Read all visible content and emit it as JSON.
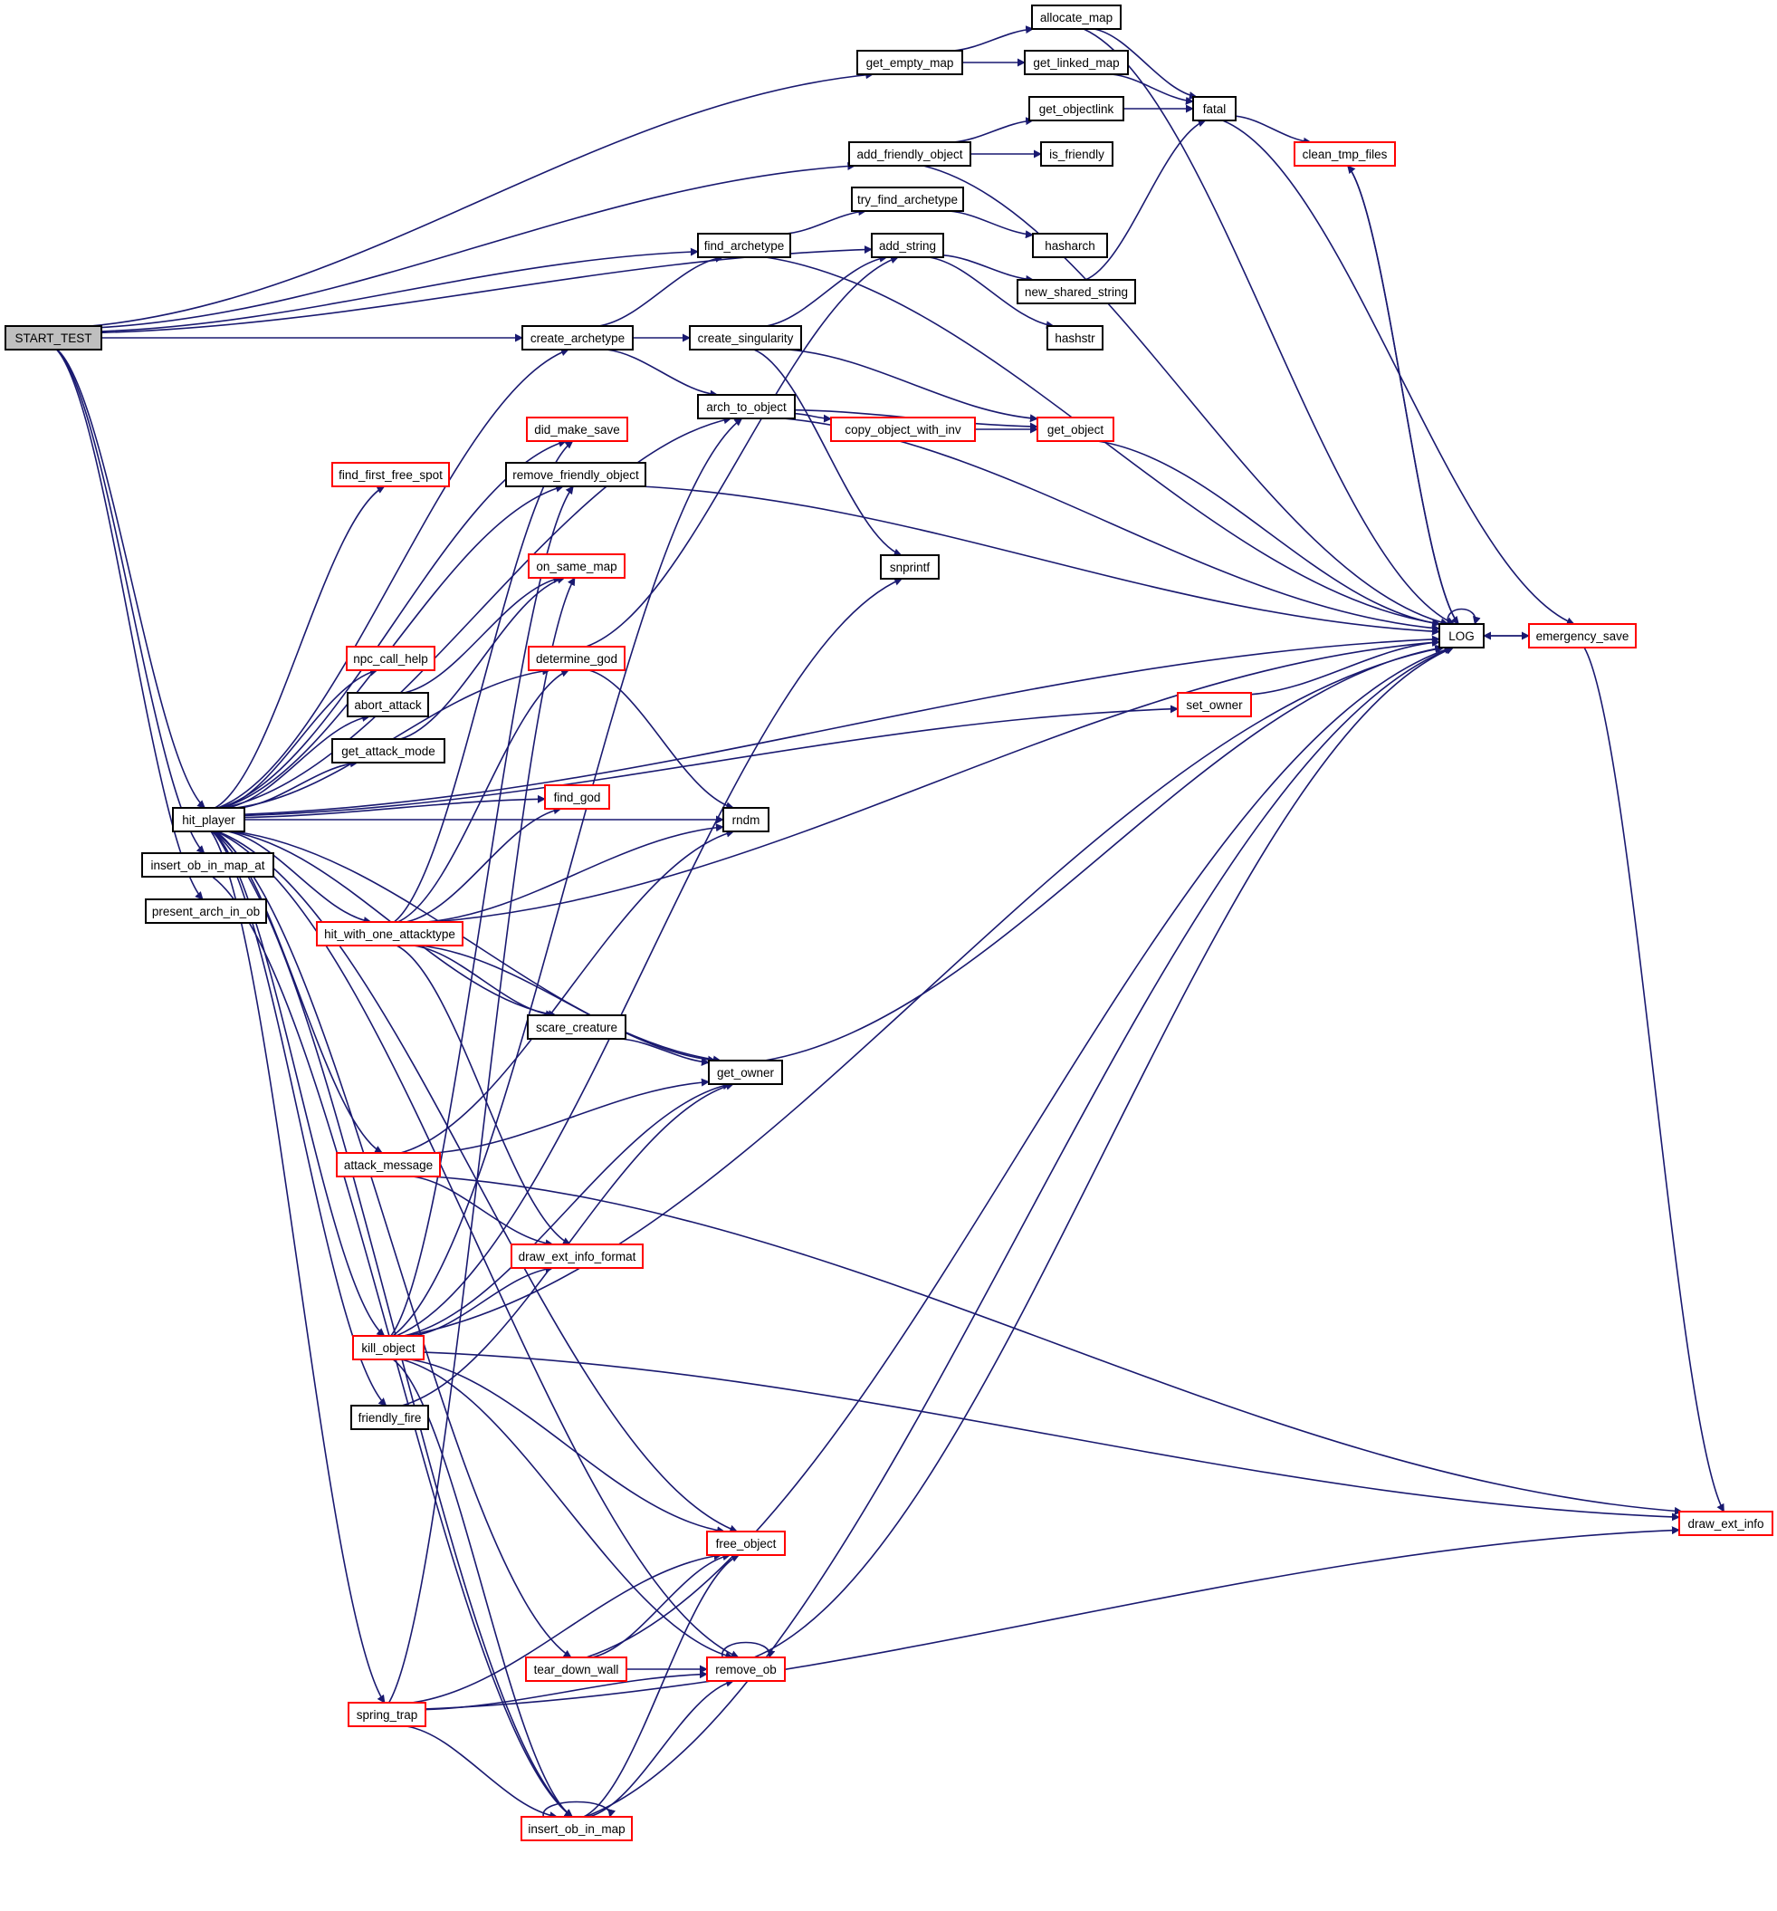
{
  "diagram": {
    "title": "START_TEST call graph",
    "colors": {
      "edge": "#191970",
      "root_fill": "#bfbfbf",
      "node_fill": "#ffffff",
      "normal_border": "#000000",
      "truncated_border": "#ff0000"
    },
    "nodes": [
      {
        "id": "START_TEST",
        "label": "START_TEST",
        "kind": "root"
      },
      {
        "id": "get_empty_map",
        "label": "get_empty_map",
        "kind": "normal"
      },
      {
        "id": "allocate_map",
        "label": "allocate_map",
        "kind": "normal"
      },
      {
        "id": "get_linked_map",
        "label": "get_linked_map",
        "kind": "normal"
      },
      {
        "id": "get_objectlink",
        "label": "get_objectlink",
        "kind": "normal"
      },
      {
        "id": "fatal",
        "label": "fatal",
        "kind": "normal"
      },
      {
        "id": "add_friendly_object",
        "label": "add_friendly_object",
        "kind": "normal"
      },
      {
        "id": "is_friendly",
        "label": "is_friendly",
        "kind": "normal"
      },
      {
        "id": "clean_tmp_files",
        "label": "clean_tmp_files",
        "kind": "truncated"
      },
      {
        "id": "try_find_archetype",
        "label": "try_find_archetype",
        "kind": "normal"
      },
      {
        "id": "find_archetype",
        "label": "find_archetype",
        "kind": "normal"
      },
      {
        "id": "add_string",
        "label": "add_string",
        "kind": "normal"
      },
      {
        "id": "hasharch",
        "label": "hasharch",
        "kind": "normal"
      },
      {
        "id": "new_shared_string",
        "label": "new_shared_string",
        "kind": "normal"
      },
      {
        "id": "hashstr",
        "label": "hashstr",
        "kind": "normal"
      },
      {
        "id": "create_archetype",
        "label": "create_archetype",
        "kind": "normal"
      },
      {
        "id": "create_singularity",
        "label": "create_singularity",
        "kind": "normal"
      },
      {
        "id": "arch_to_object",
        "label": "arch_to_object",
        "kind": "normal"
      },
      {
        "id": "did_make_save",
        "label": "did_make_save",
        "kind": "truncated"
      },
      {
        "id": "copy_object_with_inv",
        "label": "copy_object_with_inv",
        "kind": "truncated"
      },
      {
        "id": "get_object",
        "label": "get_object",
        "kind": "truncated"
      },
      {
        "id": "find_first_free_spot",
        "label": "find_first_free_spot",
        "kind": "truncated"
      },
      {
        "id": "remove_friendly_object",
        "label": "remove_friendly_object",
        "kind": "normal"
      },
      {
        "id": "on_same_map",
        "label": "on_same_map",
        "kind": "truncated"
      },
      {
        "id": "snprintf",
        "label": "snprintf",
        "kind": "normal"
      },
      {
        "id": "LOG",
        "label": "LOG",
        "kind": "normal"
      },
      {
        "id": "emergency_save",
        "label": "emergency_save",
        "kind": "truncated"
      },
      {
        "id": "npc_call_help",
        "label": "npc_call_help",
        "kind": "truncated"
      },
      {
        "id": "determine_god",
        "label": "determine_god",
        "kind": "truncated"
      },
      {
        "id": "abort_attack",
        "label": "abort_attack",
        "kind": "normal"
      },
      {
        "id": "set_owner",
        "label": "set_owner",
        "kind": "truncated"
      },
      {
        "id": "get_attack_mode",
        "label": "get_attack_mode",
        "kind": "normal"
      },
      {
        "id": "find_god",
        "label": "find_god",
        "kind": "truncated"
      },
      {
        "id": "hit_player",
        "label": "hit_player",
        "kind": "normal"
      },
      {
        "id": "rndm",
        "label": "rndm",
        "kind": "normal"
      },
      {
        "id": "insert_ob_in_map_at",
        "label": "insert_ob_in_map_at",
        "kind": "normal"
      },
      {
        "id": "present_arch_in_ob",
        "label": "present_arch_in_ob",
        "kind": "normal"
      },
      {
        "id": "hit_with_one_attacktype",
        "label": "hit_with_one_attacktype",
        "kind": "truncated"
      },
      {
        "id": "scare_creature",
        "label": "scare_creature",
        "kind": "normal"
      },
      {
        "id": "get_owner",
        "label": "get_owner",
        "kind": "normal"
      },
      {
        "id": "attack_message",
        "label": "attack_message",
        "kind": "truncated"
      },
      {
        "id": "draw_ext_info_format",
        "label": "draw_ext_info_format",
        "kind": "truncated"
      },
      {
        "id": "kill_object",
        "label": "kill_object",
        "kind": "truncated"
      },
      {
        "id": "friendly_fire",
        "label": "friendly_fire",
        "kind": "normal"
      },
      {
        "id": "draw_ext_info",
        "label": "draw_ext_info",
        "kind": "truncated"
      },
      {
        "id": "free_object",
        "label": "free_object",
        "kind": "truncated"
      },
      {
        "id": "tear_down_wall",
        "label": "tear_down_wall",
        "kind": "truncated"
      },
      {
        "id": "remove_ob",
        "label": "remove_ob",
        "kind": "truncated"
      },
      {
        "id": "spring_trap",
        "label": "spring_trap",
        "kind": "truncated"
      },
      {
        "id": "insert_ob_in_map",
        "label": "insert_ob_in_map",
        "kind": "truncated"
      }
    ],
    "edges": [
      [
        "START_TEST",
        "get_empty_map"
      ],
      [
        "START_TEST",
        "add_friendly_object"
      ],
      [
        "START_TEST",
        "add_string"
      ],
      [
        "START_TEST",
        "find_archetype"
      ],
      [
        "START_TEST",
        "create_archetype"
      ],
      [
        "START_TEST",
        "hit_player"
      ],
      [
        "START_TEST",
        "insert_ob_in_map_at"
      ],
      [
        "START_TEST",
        "present_arch_in_ob"
      ],
      [
        "get_empty_map",
        "allocate_map"
      ],
      [
        "get_empty_map",
        "get_linked_map"
      ],
      [
        "allocate_map",
        "fatal"
      ],
      [
        "allocate_map",
        "LOG"
      ],
      [
        "get_linked_map",
        "fatal"
      ],
      [
        "get_objectlink",
        "fatal"
      ],
      [
        "fatal",
        "clean_tmp_files"
      ],
      [
        "fatal",
        "emergency_save"
      ],
      [
        "add_friendly_object",
        "get_objectlink"
      ],
      [
        "add_friendly_object",
        "is_friendly"
      ],
      [
        "add_friendly_object",
        "LOG"
      ],
      [
        "clean_tmp_files",
        "LOG"
      ],
      [
        "try_find_archetype",
        "hasharch"
      ],
      [
        "find_archetype",
        "try_find_archetype"
      ],
      [
        "find_archetype",
        "LOG"
      ],
      [
        "add_string",
        "new_shared_string"
      ],
      [
        "add_string",
        "hashstr"
      ],
      [
        "new_shared_string",
        "fatal"
      ],
      [
        "create_archetype",
        "find_archetype"
      ],
      [
        "create_archetype",
        "create_singularity"
      ],
      [
        "create_archetype",
        "arch_to_object"
      ],
      [
        "create_singularity",
        "add_string"
      ],
      [
        "create_singularity",
        "get_object"
      ],
      [
        "create_singularity",
        "snprintf"
      ],
      [
        "arch_to_object",
        "copy_object_with_inv"
      ],
      [
        "arch_to_object",
        "get_object"
      ],
      [
        "arch_to_object",
        "LOG"
      ],
      [
        "copy_object_with_inv",
        "get_object"
      ],
      [
        "get_object",
        "LOG"
      ],
      [
        "remove_friendly_object",
        "LOG"
      ],
      [
        "LOG",
        "LOG"
      ],
      [
        "LOG",
        "emergency_save"
      ],
      [
        "LOG",
        "clean_tmp_files"
      ],
      [
        "emergency_save",
        "LOG"
      ],
      [
        "emergency_save",
        "draw_ext_info"
      ],
      [
        "determine_god",
        "add_string"
      ],
      [
        "determine_god",
        "rndm"
      ],
      [
        "abort_attack",
        "on_same_map"
      ],
      [
        "get_attack_mode",
        "on_same_map"
      ],
      [
        "set_owner",
        "LOG"
      ],
      [
        "hit_player",
        "create_archetype"
      ],
      [
        "hit_player",
        "arch_to_object"
      ],
      [
        "hit_player",
        "did_make_save"
      ],
      [
        "hit_player",
        "find_first_free_spot"
      ],
      [
        "hit_player",
        "remove_friendly_object"
      ],
      [
        "hit_player",
        "LOG"
      ],
      [
        "hit_player",
        "determine_god"
      ],
      [
        "hit_player",
        "npc_call_help"
      ],
      [
        "hit_player",
        "abort_attack"
      ],
      [
        "hit_player",
        "get_attack_mode"
      ],
      [
        "hit_player",
        "set_owner"
      ],
      [
        "hit_player",
        "rndm"
      ],
      [
        "hit_player",
        "find_god"
      ],
      [
        "hit_player",
        "hit_with_one_attacktype"
      ],
      [
        "hit_player",
        "scare_creature"
      ],
      [
        "hit_player",
        "get_owner"
      ],
      [
        "hit_player",
        "attack_message"
      ],
      [
        "hit_player",
        "kill_object"
      ],
      [
        "hit_player",
        "friendly_fire"
      ],
      [
        "hit_player",
        "free_object"
      ],
      [
        "hit_player",
        "tear_down_wall"
      ],
      [
        "hit_player",
        "spring_trap"
      ],
      [
        "hit_player",
        "insert_ob_in_map"
      ],
      [
        "hit_player",
        "remove_ob"
      ],
      [
        "insert_ob_in_map_at",
        "insert_ob_in_map"
      ],
      [
        "hit_with_one_attacktype",
        "did_make_save"
      ],
      [
        "hit_with_one_attacktype",
        "determine_god"
      ],
      [
        "hit_with_one_attacktype",
        "find_god"
      ],
      [
        "hit_with_one_attacktype",
        "rndm"
      ],
      [
        "hit_with_one_attacktype",
        "LOG"
      ],
      [
        "hit_with_one_attacktype",
        "scare_creature"
      ],
      [
        "hit_with_one_attacktype",
        "get_owner"
      ],
      [
        "hit_with_one_attacktype",
        "draw_ext_info_format"
      ],
      [
        "scare_creature",
        "get_owner"
      ],
      [
        "get_owner",
        "LOG"
      ],
      [
        "attack_message",
        "rndm"
      ],
      [
        "attack_message",
        "get_owner"
      ],
      [
        "attack_message",
        "draw_ext_info_format"
      ],
      [
        "attack_message",
        "draw_ext_info"
      ],
      [
        "kill_object",
        "arch_to_object"
      ],
      [
        "kill_object",
        "remove_friendly_object"
      ],
      [
        "kill_object",
        "draw_ext_info_format"
      ],
      [
        "kill_object",
        "get_owner"
      ],
      [
        "kill_object",
        "snprintf"
      ],
      [
        "kill_object",
        "LOG"
      ],
      [
        "kill_object",
        "draw_ext_info"
      ],
      [
        "kill_object",
        "free_object"
      ],
      [
        "kill_object",
        "remove_ob"
      ],
      [
        "kill_object",
        "insert_ob_in_map"
      ],
      [
        "friendly_fire",
        "get_owner"
      ],
      [
        "tear_down_wall",
        "free_object"
      ],
      [
        "tear_down_wall",
        "remove_ob"
      ],
      [
        "tear_down_wall",
        "LOG"
      ],
      [
        "remove_ob",
        "remove_ob"
      ],
      [
        "remove_ob",
        "LOG"
      ],
      [
        "spring_trap",
        "on_same_map"
      ],
      [
        "spring_trap",
        "free_object"
      ],
      [
        "spring_trap",
        "remove_ob"
      ],
      [
        "spring_trap",
        "insert_ob_in_map"
      ],
      [
        "spring_trap",
        "draw_ext_info"
      ],
      [
        "insert_ob_in_map",
        "insert_ob_in_map"
      ],
      [
        "insert_ob_in_map",
        "free_object"
      ],
      [
        "insert_ob_in_map",
        "remove_ob"
      ],
      [
        "insert_ob_in_map",
        "LOG"
      ]
    ]
  }
}
